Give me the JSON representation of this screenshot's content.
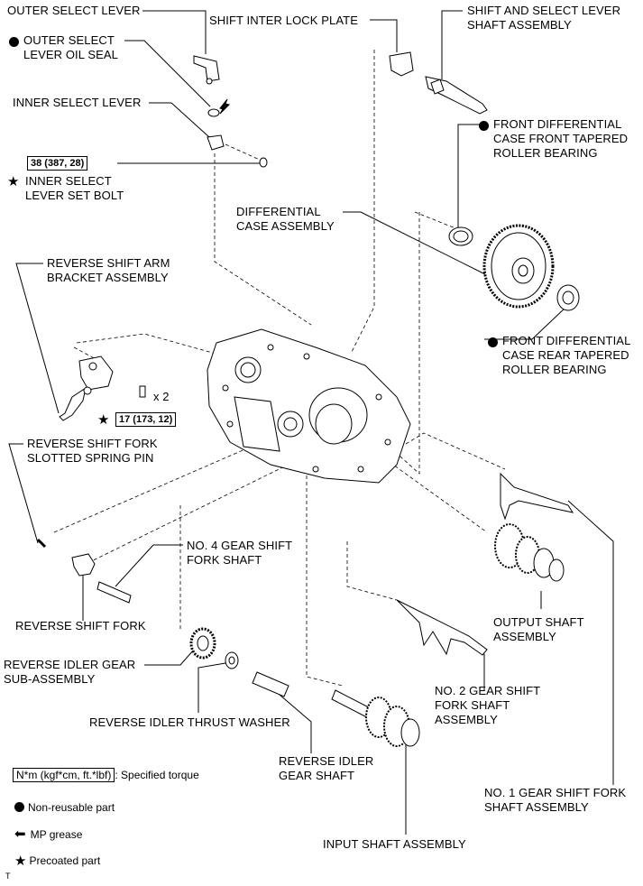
{
  "labels": {
    "outer_select_lever": "OUTER SELECT LEVER",
    "outer_select_lever_oil_seal": "OUTER SELECT\nLEVER OIL SEAL",
    "inner_select_lever": "INNER SELECT LEVER",
    "inner_select_lever_set_bolt": "INNER SELECT\nLEVER SET BOLT",
    "shift_inter_lock_plate": "SHIFT INTER LOCK PLATE",
    "shift_and_select_lever_shaft": "SHIFT AND SELECT LEVER\nSHAFT ASSEMBLY",
    "front_diff_front_bearing": "FRONT DIFFERENTIAL\nCASE FRONT TAPERED\nROLLER BEARING",
    "differential_case_assembly": "DIFFERENTIAL\nCASE ASSEMBLY",
    "front_diff_rear_bearing": "FRONT DIFFERENTIAL\nCASE REAR TAPERED\nROLLER BEARING",
    "reverse_shift_arm_bracket": "REVERSE SHIFT ARM\nBRACKET ASSEMBLY",
    "reverse_shift_fork_pin": "REVERSE SHIFT FORK\nSLOTTED SPRING PIN",
    "no4_gear_shift_fork_shaft": "NO. 4 GEAR SHIFT\nFORK SHAFT",
    "reverse_shift_fork": "REVERSE SHIFT FORK",
    "reverse_idler_gear_sub": "REVERSE IDLER GEAR\nSUB-ASSEMBLY",
    "reverse_idler_thrust_washer": "REVERSE IDLER THRUST WASHER",
    "reverse_idler_gear_shaft": "REVERSE IDLER\nGEAR SHAFT",
    "output_shaft_assembly": "OUTPUT SHAFT\nASSEMBLY",
    "no2_gear_shift_fork_shaft": "NO. 2 GEAR SHIFT\nFORK SHAFT\nASSEMBLY",
    "no1_gear_shift_fork_shaft": "NO. 1 GEAR SHIFT FORK\nSHAFT ASSEMBLY",
    "input_shaft_assembly": "INPUT SHAFT ASSEMBLY",
    "x2": "x 2"
  },
  "torques": {
    "inner_select_lever_bolt": "38 (387, 28)",
    "reverse_shift_arm_bolts": "17 (173, 12)"
  },
  "legend": {
    "torque_box": "N*m (kgf*cm, ft.*lbf)",
    "torque_desc": ": Specified torque",
    "non_reusable": "Non-reusable part",
    "mp_grease": "MP grease",
    "precoated": "Precoated part"
  },
  "footer_mark": "T",
  "icons": {
    "non_reusable": "filled-circle-icon",
    "mp_grease": "left-arrow-icon",
    "precoated": "star-icon"
  }
}
